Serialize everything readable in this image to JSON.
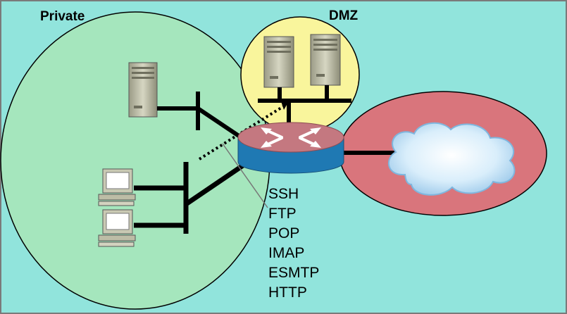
{
  "zones": {
    "private": {
      "label": "Private",
      "color": "#a5e6bd"
    },
    "dmz": {
      "label": "DMZ",
      "color": "#f9f59c"
    },
    "outside": {
      "color": "#d9757c"
    }
  },
  "background_color": "#91e4dc",
  "router": {
    "top_color": "#c47880",
    "body_color": "#1f79b3"
  },
  "protocols": [
    "SSH",
    "FTP",
    "POP",
    "IMAP",
    "ESMTP",
    "HTTP"
  ],
  "icons": {
    "dmz_servers": "server-tower-icon",
    "private_server": "server-tower-icon",
    "workstations": "desktop-computer-icon",
    "router": "router-icon",
    "internet": "cloud-icon"
  }
}
